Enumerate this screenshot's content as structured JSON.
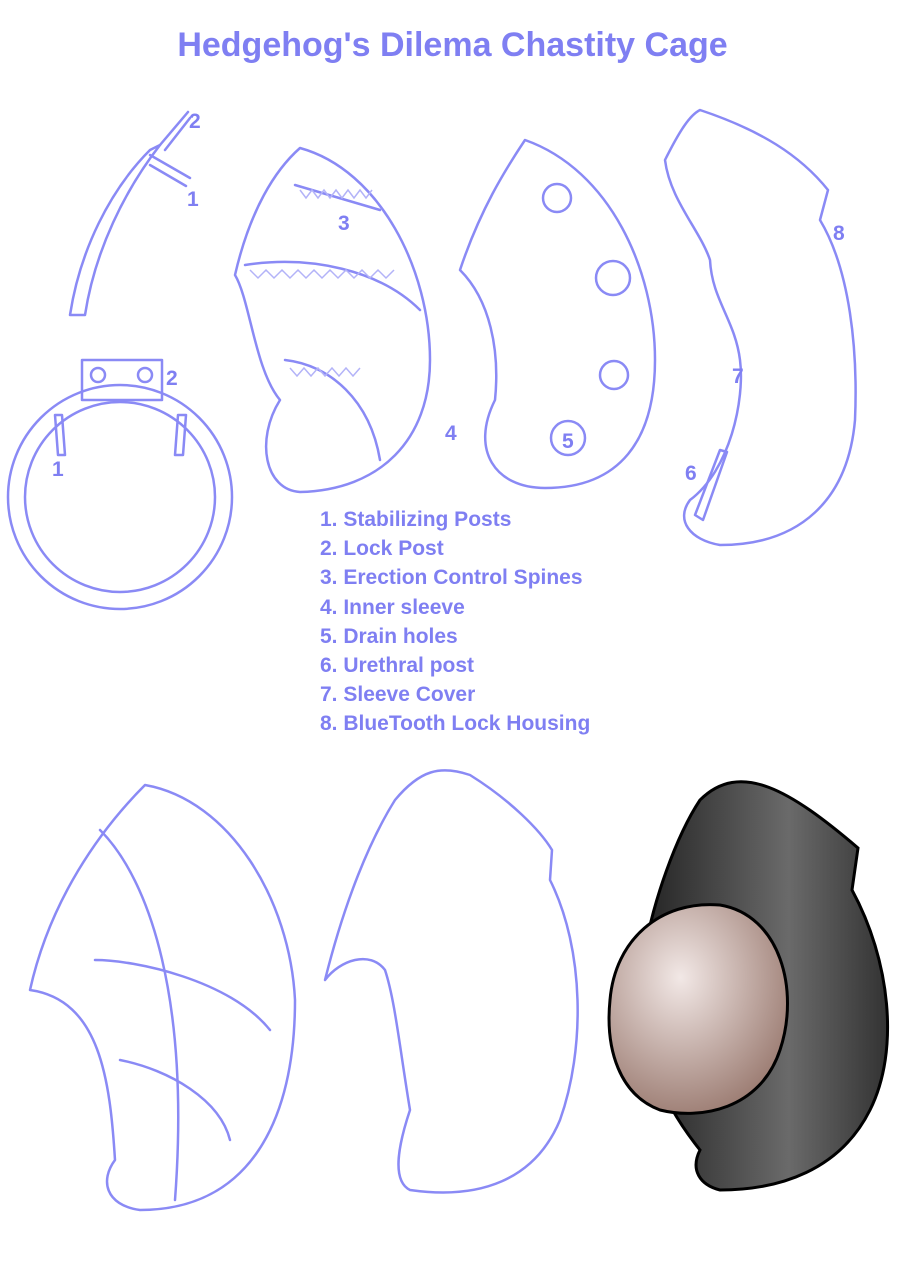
{
  "title": "Hedgehog's Dilema Chastity Cage",
  "callouts": {
    "post_lock": "2",
    "post_stab": "1",
    "spines": "3",
    "inner_sleeve": "4",
    "drain": "5",
    "urethral": "6",
    "cover": "7",
    "housing": "8",
    "ring_lock": "2",
    "ring_stab": "1"
  },
  "legend": [
    "1. Stabilizing Posts",
    "2. Lock Post",
    "3. Erection Control Spines",
    "4. Inner sleeve",
    "5. Drain holes",
    "6. Urethral post",
    "7. Sleeve Cover",
    "8. BlueTooth Lock Housing"
  ],
  "colors": {
    "accent": "#7f7ff2",
    "sketch": "#8a8af5",
    "render_dark": "#3a3a3a",
    "render_skin": "#a98a80"
  }
}
